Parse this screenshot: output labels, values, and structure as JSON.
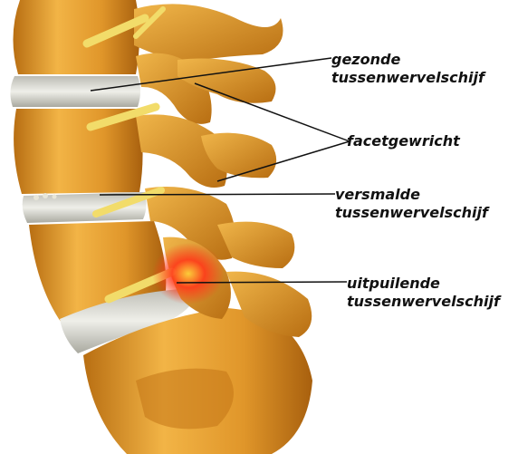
{
  "labels": {
    "healthy_disc": {
      "line1": "gezonde",
      "line2": "tussenwervelschijf"
    },
    "facet_joint": {
      "line1": "facetgewricht"
    },
    "narrowed_disc": {
      "line1": "versmalde",
      "line2": "tussenwervelschijf"
    },
    "bulging_disc": {
      "line1": "uitpuilende",
      "line2": "tussenwervelschijf"
    }
  },
  "colors": {
    "bone": "#d98c1c",
    "bone_light": "#f0b64a",
    "bone_shadow": "#a8600e",
    "disc": "#d9d9d2",
    "nerve": "#f2dc6a",
    "inflammation": "#ff3a1a",
    "leader_line": "#111111"
  }
}
